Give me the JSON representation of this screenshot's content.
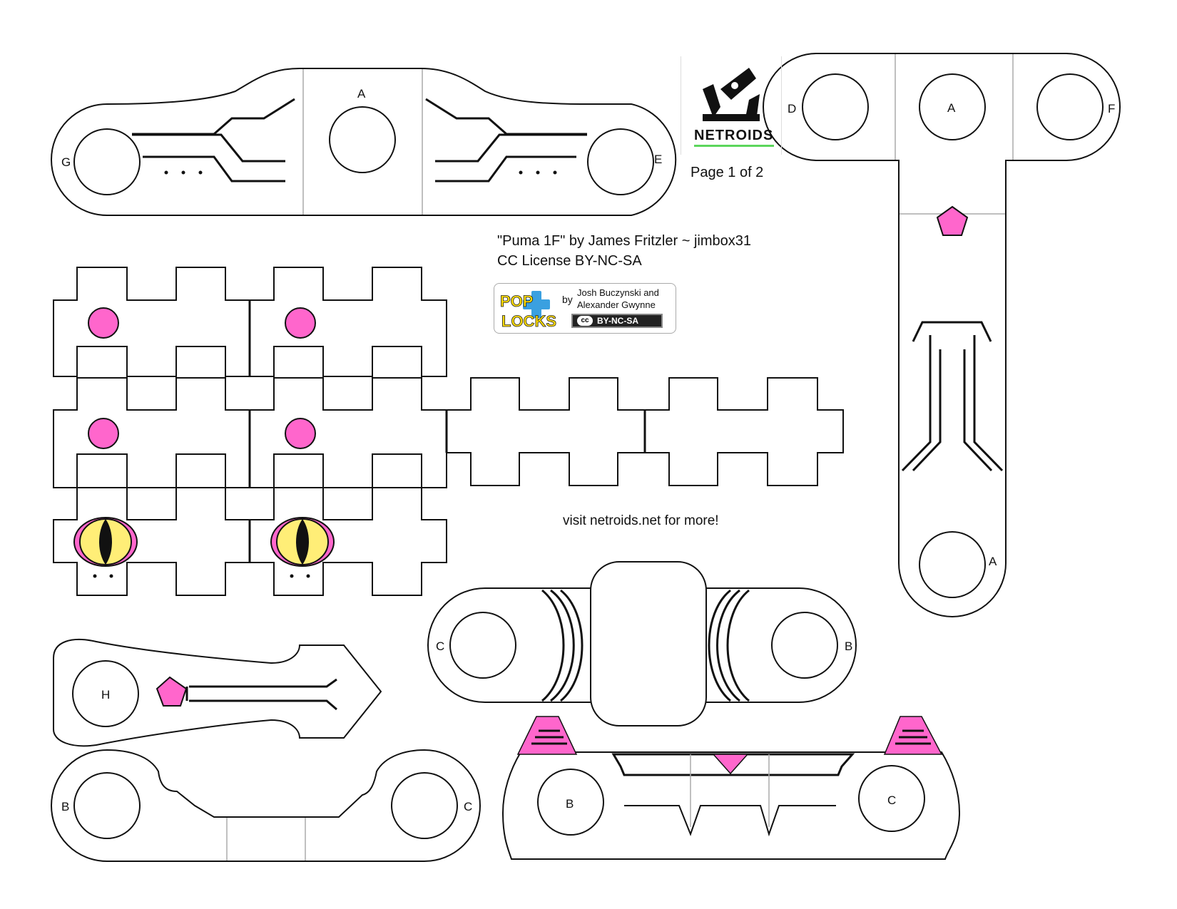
{
  "page": {
    "page_label": "Page 1 of 2",
    "credit": "\"Puma 1F\" by James Fritzler  ~  jimbox31",
    "license": "CC License BY-NC-SA",
    "visit": "visit netroids.net for more!"
  },
  "poplocks": {
    "logo_top": "POP",
    "logo_bottom": "LOCKS",
    "by": "by",
    "authors_line1": "Josh Buczynski and",
    "authors_line2": "Alexander Gwynne",
    "cc_symbol": "cc",
    "cc_badge": "BY-NC-SA"
  },
  "netroids": {
    "wordmark": "NETROIDS"
  },
  "labels": {
    "top_left_center": "A",
    "top_left_left": "G",
    "top_left_right": "E",
    "t_left": "D",
    "t_center": "A",
    "t_right": "F",
    "t_bottom": "A",
    "mid_right_left": "C",
    "mid_right_right": "B",
    "club": "H",
    "bottom_left_left": "B",
    "bottom_left_right": "C",
    "bottom_right_left": "B",
    "bottom_right_right": "C"
  },
  "colors": {
    "pink": "#ff66cc",
    "yellow": "#ffee77",
    "outline": "#111111",
    "fold_line": "#aaaaaa",
    "netroids_green": "#5cd65c"
  }
}
